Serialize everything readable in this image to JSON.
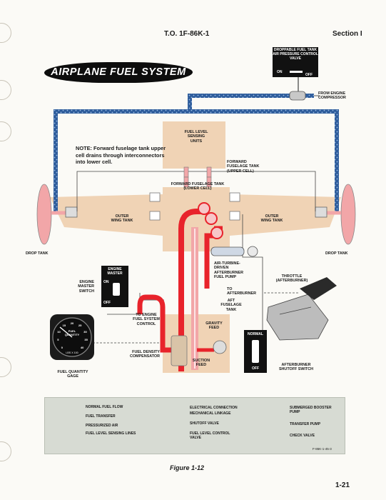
{
  "header": {
    "doc_number": "T.O. 1F-86K-1",
    "section": "Section I"
  },
  "title_banner": "AIRPLANE FUEL SYSTEM",
  "note": "NOTE: Forward fuselage tank upper cell drains through interconnectors into lower cell.",
  "valve_box": {
    "title": "DROPPABLE FUEL TANK AIR PRESSURE CONTROL VALVE",
    "on": "ON",
    "off": "OFF"
  },
  "labels": {
    "from_engine_compressor": "FROM ENGINE\nCOMPRESSOR",
    "fuel_level_sensing_units": "FUEL LEVEL\nSENSING\nUNITS",
    "fwd_upper_cell": "FORWARD\nFUSELAGE TANK\n(UPPER CELL)",
    "fwd_lower_cell": "FORWARD FUSELAGE TANK\n(LOWER CELL)",
    "outer_wing_left": "OUTER\nWING TANK",
    "outer_wing_right": "OUTER\nWING TANK",
    "drop_tank_left": "DROP TANK",
    "drop_tank_right": "DROP TANK",
    "air_turbine_pump": "AIR-TURBINE-\nDRIVEN\nAFTERBURNER\nFUEL PUMP",
    "to_afterburner": "TO\nAFTERBURNER",
    "throttle": "THROTTLE\n(AFTERBURNER)",
    "engine_master_switch": "ENGINE\nMASTER\nSWITCH",
    "to_engine_control": "TO ENGINE\nFUEL SYSTEM\nCONTROL",
    "aft_fuselage_tank": "AFT\nFUSELAGE\nTANK",
    "gravity_feed": "GRAVITY\nFEED",
    "fuel_density_compensator": "FUEL DENSITY\nCOMPENSATOR",
    "suction_feed": "SUCTION\nFEED",
    "afterburner_shutoff_switch": "AFTERBURNER\nSHUTOFF SWITCH",
    "fuel_quantity_gage": "FUEL QUANTITY\nGAGE"
  },
  "switches": {
    "engine_master": {
      "title": "ENGINE\nMASTER",
      "on": "ON",
      "off": "OFF"
    },
    "afterburner": {
      "normal": "NORMAL",
      "off": "OFF"
    }
  },
  "gauge": {
    "face_text": "FUEL\nQUANTITY",
    "ticks": [
      "0",
      "5",
      "10",
      "15",
      "20",
      "25",
      "30",
      "35",
      "40"
    ],
    "multiplier": "LBS X 100"
  },
  "legend": {
    "items": [
      {
        "label": "NORMAL FUEL FLOW",
        "color": "#e8232b"
      },
      {
        "label": "FUEL TRANSFER",
        "color": "#f2a6a8"
      },
      {
        "label": "PRESSURIZED AIR",
        "color": "#2f5d9c"
      },
      {
        "label": "FUEL LEVEL SENSING LINES",
        "color": "#1a1a1a"
      },
      {
        "label": "ELECTRICAL CONNECTION",
        "color": "#1a1a1a"
      },
      {
        "label": "MECHANICAL LINKAGE",
        "color": "#1a1a1a"
      },
      {
        "label": "SHUTOFF VALVE",
        "color": "#8a8a8a"
      },
      {
        "label": "FUEL LEVEL CONTROL\nVALVE",
        "color": "#8a8a8a"
      },
      {
        "label": "SUBMERGED BOOSTER\nPUMP",
        "color": "#e8232b"
      },
      {
        "label": "TRANSFER PUMP",
        "color": "#f2a6a8"
      },
      {
        "label": "CHECK VALVE",
        "color": "#1a1a1a"
      }
    ],
    "code": "F-86K-1-45-3"
  },
  "caption": "Figure 1-12",
  "page_number": "1-21",
  "colors": {
    "tank_fill": "#f0d3b5",
    "fuel_flow": "#e8232b",
    "fuel_transfer": "#f2a6a8",
    "pressurized_air": "#2f5d9c"
  }
}
